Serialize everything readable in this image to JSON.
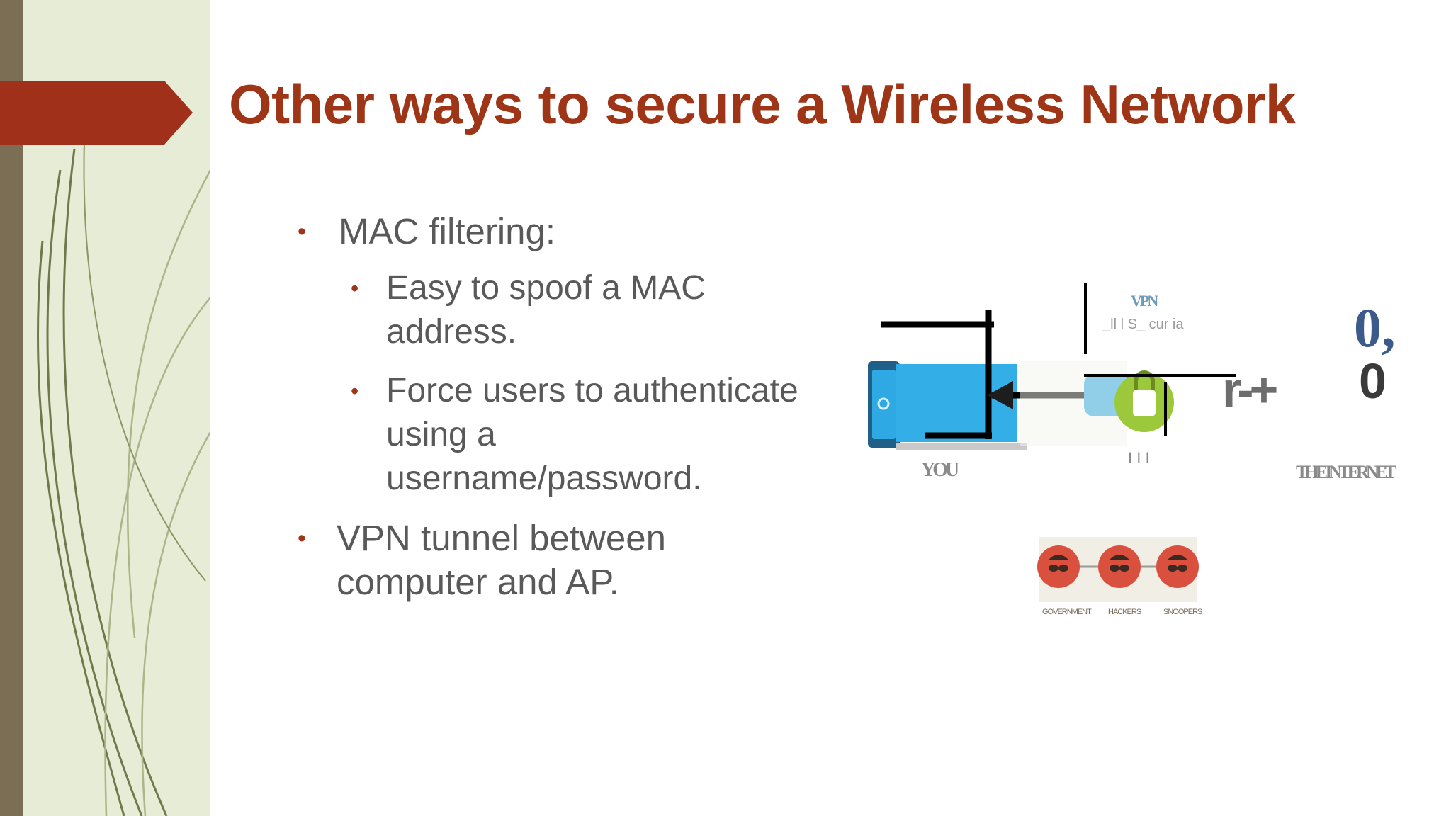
{
  "slide": {
    "title": "Other ways to secure a Wireless Network",
    "bullets": [
      {
        "text": "MAC filtering:"
      },
      {
        "line1": "Easy to spoof a MAC",
        "line2": "address."
      },
      {
        "line1": "Force users to authenticate",
        "line2": "using a",
        "line3": "username/password."
      },
      {
        "line1": "VPN tunnel between",
        "line2": "computer and AP."
      }
    ],
    "bullet_glyph": "•"
  },
  "diagram": {
    "label_you": "YOU",
    "label_vpn": "VPN",
    "label_secure": "_ll l S_ cur  ia",
    "label_internet": "THE INTERNET",
    "label_router_glyph": "r-+",
    "label_globe_top": "0,",
    "label_globe_bottom": "0",
    "label_tick": "I I I",
    "threats": [
      "GOVERNMENT",
      "HACKERS",
      "SNOOPERS"
    ]
  },
  "colors": {
    "title": "#9e3517",
    "text": "#595959",
    "sidebar_bg": "#e6ecd5",
    "sidebar_bar": "#7b6e55",
    "arrow": "#a0301a",
    "tunnel": "#29a8e0",
    "lock": "#9bc93b",
    "threat": "#d9503f"
  }
}
